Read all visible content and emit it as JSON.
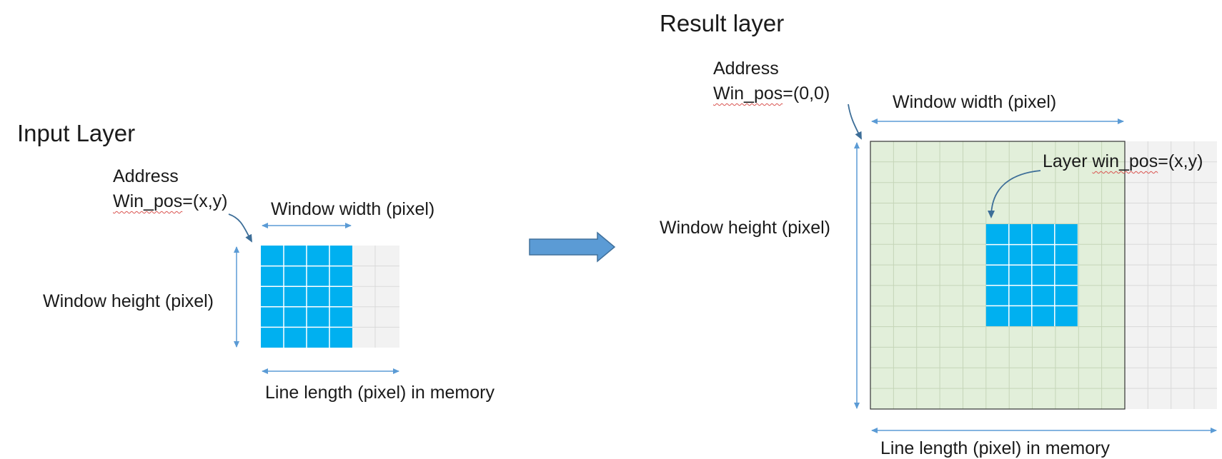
{
  "colors": {
    "pixel_blue": "#00b0f0",
    "memory_gray": "#f2f2f2",
    "window_green": "#e2efda",
    "arrow_blue": "#5b9bd5",
    "big_arrow": "#5b9bd5",
    "big_arrow_border": "#41719c"
  },
  "input": {
    "title": "Input Layer",
    "address": "Address",
    "win_pos_prefix": "Win_pos",
    "win_pos_suffix": "=(x,y)",
    "window_width": "Window width (pixel)",
    "window_height": "Window height (pixel)",
    "line_length": "Line length (pixel) in memory"
  },
  "result": {
    "title": "Result layer",
    "address": "Address",
    "win_pos_prefix": "Win_pos",
    "win_pos_suffix": "=(0,0)",
    "window_width": "Window width (pixel)",
    "window_height": "Window height (pixel)",
    "layer_pos_prefix": "Layer ",
    "layer_pos_squiggle": "win_pos",
    "layer_pos_suffix": "=(x,y)",
    "line_length": "Line length (pixel) in memory"
  }
}
